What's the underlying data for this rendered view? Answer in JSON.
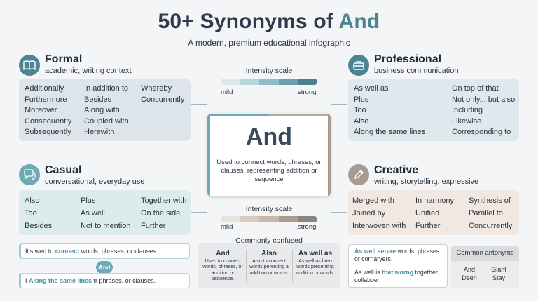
{
  "title": {
    "prefix": "50+ Synonyms of ",
    "accent": "And"
  },
  "subtitle": "A modern, premium educational infographic",
  "colors": {
    "formal_box": "#dde4ea",
    "professional_box": "#dfe8ec",
    "casual_box": "#dcecec",
    "creative_box": "#f1e9e1",
    "accent": "#4d8494"
  },
  "formal": {
    "icon": "book-icon",
    "title": "Formal",
    "subtitle": "academic, writing context",
    "col1": [
      "Additionally",
      "Furthermore",
      "Moreover",
      "Consequently",
      "Subsequently"
    ],
    "col2": [
      "In addition to",
      "Besides",
      "Along with",
      "Coupled with",
      "Herewith"
    ],
    "col3": [
      "Whereby",
      "Concurrently"
    ]
  },
  "professional": {
    "icon": "briefcase-icon",
    "title": "Professional",
    "subtitle": "business communication",
    "col1": [
      "As well as",
      "Plus",
      "Too",
      "Also",
      "Along the same lines"
    ],
    "col2": [
      "On top of that",
      "Not only... but also",
      "Including",
      "Likewise",
      "Corresponding to"
    ]
  },
  "casual": {
    "icon": "chat-icon",
    "title": "Casual",
    "subtitle": "conversational, everyday use",
    "col1": [
      "Also",
      "Too",
      "Besides"
    ],
    "col2": [
      "Plus",
      "As well",
      "Not to mention"
    ],
    "col3": [
      "Together with",
      "On the side",
      "Further"
    ]
  },
  "creative": {
    "icon": "pencil-icon",
    "title": "Creative",
    "subtitle": "writing, storytelling, expressive",
    "col1": [
      "Merged with",
      "Joined by",
      "Interwoven with"
    ],
    "col2": [
      "In harmony",
      "Unified",
      "Further"
    ],
    "col3": [
      "Synthesis of",
      "Parallel to",
      "Concurrently"
    ]
  },
  "intensity_top": {
    "label": "Intensity scale",
    "low": "mild",
    "high": "strong",
    "colors": [
      "#dbe9ec",
      "#b7d6dc",
      "#8fbcc6",
      "#6a9fac",
      "#4c8090"
    ]
  },
  "intensity_bottom": {
    "label": "Intensity scale",
    "low": "mild",
    "high": "strong",
    "colors": [
      "#e8e2dc",
      "#d8ccc2",
      "#c7b9ad",
      "#a89b92",
      "#8a8581"
    ]
  },
  "center": {
    "word": "And",
    "description": "Used to connect words, phrases, or clauses, representing addition or sequence"
  },
  "confused": {
    "title": "Commonly confused",
    "items": [
      {
        "word": "And",
        "desc": "Used to connect words, phrases, or addition or sequence."
      },
      {
        "word": "Also",
        "desc": "Also to connect words perenting a addition or words."
      },
      {
        "word": "As well as",
        "desc": "As well as hreo words presenting addition or words."
      }
    ]
  },
  "casual_examples": {
    "ex1_pre": "It's wed to ",
    "ex1_hl": "connect",
    "ex1_post": " words, phrases, or clauses.",
    "pill": "And",
    "ex2_hl": "Along the same lines",
    "ex2_pre": "I ",
    "ex2_post": " tr phrases, or clauses."
  },
  "creative_examples": {
    "ex1_hl": "As well serare",
    "ex1_post": " words, phrases or cornaryers.",
    "ex2_pre": "As well is ",
    "ex2_hl": "that worng",
    "ex2_post": " together collaboer."
  },
  "antonyms": {
    "title": "Common antonyms",
    "col1": [
      "And",
      "Deen"
    ],
    "col2": [
      "Glant",
      "Stay"
    ]
  }
}
